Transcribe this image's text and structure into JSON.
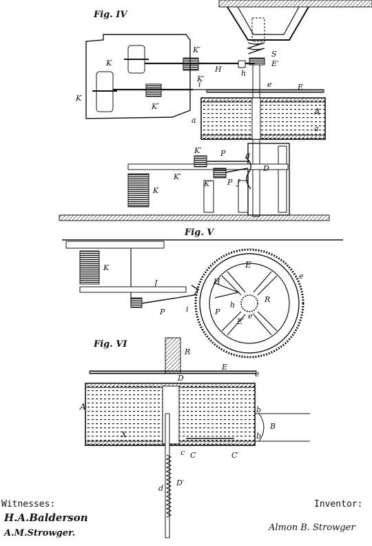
{
  "figures": {
    "fig4": {
      "title": "Fig. IV",
      "labels": [
        "K",
        "K",
        "K′",
        "K′",
        "K′",
        "H",
        "h",
        "i",
        "S",
        "E′",
        "e",
        "E",
        "a",
        "A",
        "a",
        "K′",
        "P",
        "g",
        "D",
        "J",
        "K′",
        "P",
        "K",
        "K′"
      ]
    },
    "fig5": {
      "title": "Fig. V",
      "labels": [
        "K",
        "J",
        "i",
        "P",
        "E",
        "e",
        "H",
        "h",
        "R",
        "P",
        "E′",
        "e′"
      ]
    },
    "fig6": {
      "title": "Fig. VI",
      "labels": [
        "R",
        "E",
        "e",
        "D",
        "A",
        "b",
        "B",
        "b",
        "X",
        "c",
        "C",
        "C′",
        "d",
        "D′"
      ]
    }
  },
  "footer": {
    "witnesses_label": "Witnesses:",
    "inventor_label": "Inventor:",
    "witness1": "H.A.Balderson",
    "witness2": "A.M.Strowger.",
    "inventor": "Almon B. Strowger"
  }
}
